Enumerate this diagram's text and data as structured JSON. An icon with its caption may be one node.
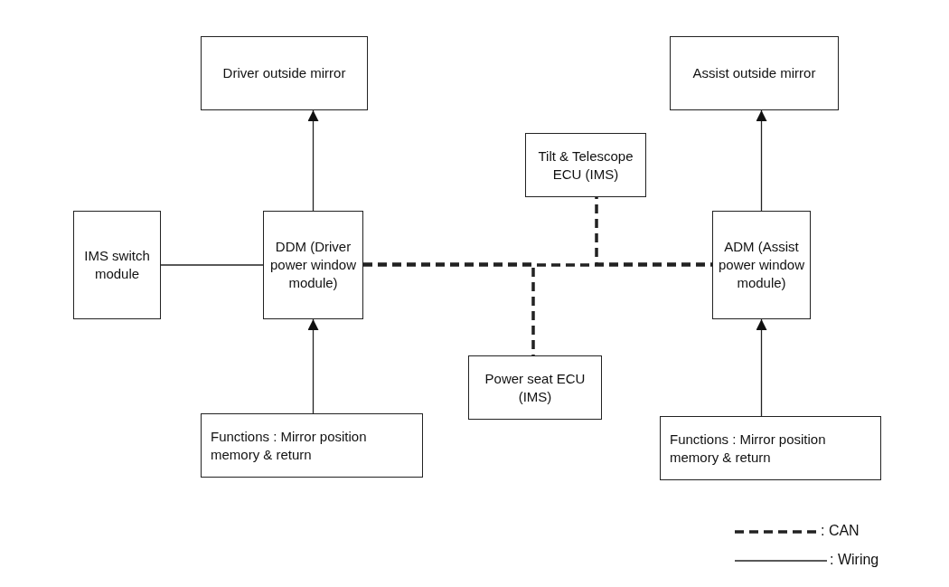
{
  "diagram": {
    "nodes": [
      {
        "text": [
          "Driver outside mirror"
        ]
      },
      {
        "text": [
          "Assist outside mirror"
        ]
      },
      {
        "text": [
          "Tilt & Telescope ECU (IMS)"
        ]
      },
      {
        "text": [
          "IMS switch module"
        ]
      },
      {
        "text": [
          "DDM (Driver power window module)"
        ]
      },
      {
        "text": [
          "ADM (Assist power window module)"
        ]
      },
      {
        "text": [
          "Power seat ECU (IMS)"
        ]
      },
      {
        "text": [
          "Functions : Mirror position memory & return"
        ]
      },
      {
        "text": [
          "Functions : Mirror position memory & return"
        ]
      }
    ],
    "edges": [
      {
        "from": 4,
        "to": 0,
        "arrow": "to"
      },
      {
        "from": 5,
        "to": 1,
        "arrow": "to"
      },
      {
        "from": 3,
        "to": 4,
        "arrow": "none"
      },
      {
        "from": 7,
        "to": 4,
        "arrow": "to"
      },
      {
        "from": 8,
        "to": 5,
        "arrow": "to"
      },
      {
        "from": 4,
        "to": 5,
        "arrow": "none",
        "style": "dashed"
      },
      {
        "from": 2,
        "to": 5,
        "arrow": "none",
        "style": "dashed"
      },
      {
        "from": 6,
        "to": 4,
        "arrow": "none",
        "style": "dashed"
      }
    ],
    "legend": [
      {
        "text": ": CAN"
      },
      {
        "text": ": Wiring"
      }
    ]
  }
}
